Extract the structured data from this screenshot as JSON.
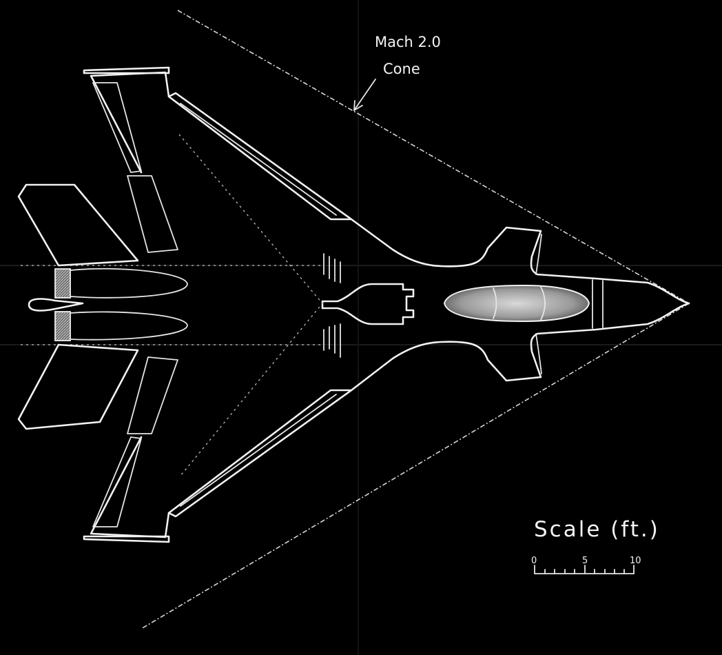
{
  "annotation": {
    "line1": "Mach 2.0",
    "line2": "Cone"
  },
  "scale": {
    "title": "Scale (ft.)",
    "ticks": [
      "0",
      "5",
      "10"
    ]
  },
  "colors": {
    "background": "#000000",
    "chalk": "#f2f2f2"
  }
}
